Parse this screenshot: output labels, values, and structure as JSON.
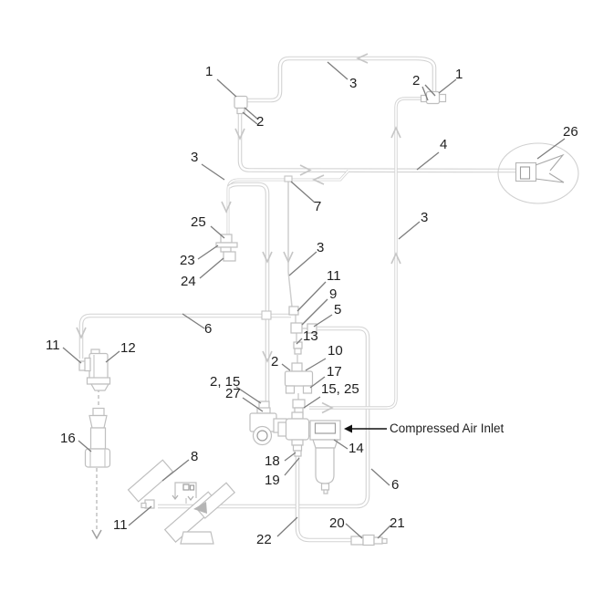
{
  "figure": {
    "kind": "exploded parts / pneumatic tubing diagram",
    "annotation": {
      "inlet_label": "Compressed Air Inlet"
    },
    "colors": {
      "tube": "#d4d4d4",
      "part_outline": "#bfbfbf",
      "part_detail": "#9e9e9e",
      "leader_line": "#7d7d7d",
      "label_text": "#1f1f1f",
      "inlet_arrow": "#111111",
      "background": "#ffffff"
    }
  },
  "callouts": [
    {
      "id": "c0",
      "text": "1"
    },
    {
      "id": "c1",
      "text": "2"
    },
    {
      "id": "c2",
      "text": "3"
    },
    {
      "id": "c3",
      "text": "2"
    },
    {
      "id": "c4",
      "text": "1"
    },
    {
      "id": "c5",
      "text": "26"
    },
    {
      "id": "c6",
      "text": "4"
    },
    {
      "id": "c7",
      "text": "3"
    },
    {
      "id": "c8",
      "text": "7"
    },
    {
      "id": "c9",
      "text": "25"
    },
    {
      "id": "c10",
      "text": "23"
    },
    {
      "id": "c11",
      "text": "24"
    },
    {
      "id": "c12",
      "text": "3"
    },
    {
      "id": "c13",
      "text": "11"
    },
    {
      "id": "c14",
      "text": "9"
    },
    {
      "id": "c15",
      "text": "5"
    },
    {
      "id": "c16",
      "text": "13"
    },
    {
      "id": "c17",
      "text": "6"
    },
    {
      "id": "c18",
      "text": "11"
    },
    {
      "id": "c19",
      "text": "12"
    },
    {
      "id": "c20",
      "text": "2"
    },
    {
      "id": "c21",
      "text": "10"
    },
    {
      "id": "c22",
      "text": "17"
    },
    {
      "id": "c23",
      "text": "15, 25"
    },
    {
      "id": "c24",
      "text": "2, 15"
    },
    {
      "id": "c25",
      "text": "27"
    },
    {
      "id": "c26",
      "text": "16"
    },
    {
      "id": "c27",
      "text": "8"
    },
    {
      "id": "c28",
      "text": "11"
    },
    {
      "id": "c29",
      "text": "18"
    },
    {
      "id": "c30",
      "text": "19"
    },
    {
      "id": "c31",
      "text": "14"
    },
    {
      "id": "c32",
      "text": "22"
    },
    {
      "id": "c33",
      "text": "20"
    },
    {
      "id": "c34",
      "text": "21"
    },
    {
      "id": "c35",
      "text": "6"
    },
    {
      "id": "c36",
      "text": "3"
    }
  ]
}
